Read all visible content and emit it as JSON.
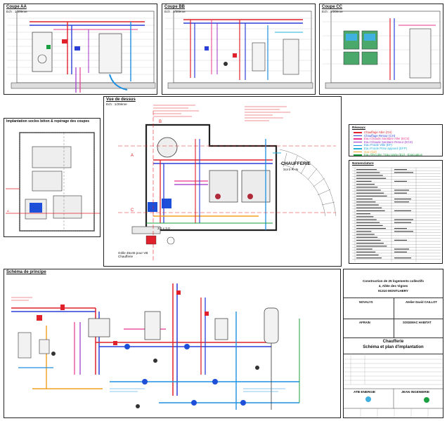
{
  "sections": {
    "coupe_aa": "Coupe AA",
    "coupe_bb": "Coupe BB",
    "coupe_cc": "Coupe CC",
    "coupe_aa_scale": "Ech : 1/20ème",
    "coupe_bb_scale": "Ech : 1/20ème",
    "coupe_cc_scale": "Ech : 1/20ème",
    "vue_dessus": "Vue de dessus",
    "vue_dessus_scale": "Ech : 1/20ème",
    "implantation": "Implantation socles béton & repérage des coupes",
    "schema_principe": "Schéma de principe"
  },
  "plan": {
    "room_label": "CHAUFFERIE",
    "room_level": "Sol 0 R+N",
    "grille_label": "Grille 45x45 pour VB Chaufferie",
    "tag_a": "A",
    "tag_b": "B",
    "tag_c": "C",
    "dim_label": "3,0 x 3,0"
  },
  "legend": {
    "title": "Réseaux",
    "items": [
      {
        "label": "Chauffage Aller (CH)",
        "color": "#e0202a"
      },
      {
        "label": "Chauffage Retour (CH)",
        "color": "#2a3fd8"
      },
      {
        "label": "Eau Chaude Sanitaire Aller (ECS)",
        "color": "#e8358f"
      },
      {
        "label": "Eau Chaude Sanitaire Retour (ECS)",
        "color": "#9b30c8"
      },
      {
        "label": "Eau Froide Ville (EF)",
        "color": "#1d8fe0"
      },
      {
        "label": "Eau Froide Prise appareil (EFP)",
        "color": "#22b0d8"
      },
      {
        "label": "Gaz (GZ)",
        "color": "#f0a020"
      },
      {
        "label": "Eau Glycolée / Eau Usée (EU) - Evacuation",
        "color": "#1aa040"
      }
    ]
  },
  "nomenclature": {
    "title": "Nomenclature"
  },
  "title_block": {
    "project_line1": "Construction de 25 logements collectifs",
    "project_line2": "4, Allée des Vignes",
    "project_line3": "91310 MONTLHERY",
    "client_name": "NOVALYS",
    "architect_name": "Atelier David CAILLOT",
    "bet_name": "AFRAIN",
    "bet2_name": "SOGEMAC HABITAT",
    "doc_title1": "Chaufferie",
    "doc_title2": "Schéma et plan d'implantation",
    "company1": "ATB ENERGIE",
    "company2": "JEAN INGENIERIE"
  }
}
